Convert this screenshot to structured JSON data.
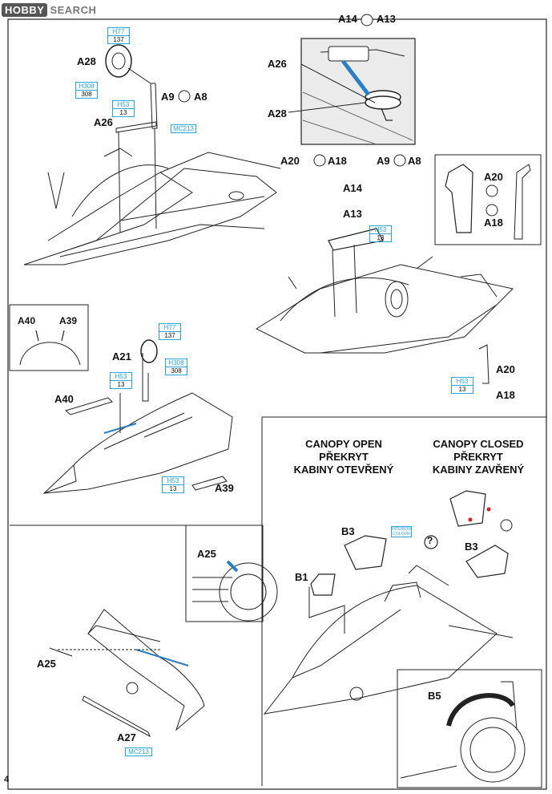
{
  "watermark": {
    "brand": "HOBBY",
    "search": "SEARCH"
  },
  "page_number": "4",
  "parts": {
    "a14_a13_top": [
      "A14",
      "A13"
    ],
    "a26_inset": "A26",
    "a28_inset": "A28",
    "a20_a18_inset": [
      "A20",
      "A18"
    ],
    "a9_a8_inset": [
      "A9",
      "A8"
    ],
    "a28_main": "A28",
    "a9_a8_main": [
      "A9",
      "A8"
    ],
    "a26_main": "A26",
    "side_inset": [
      "A20",
      "A18"
    ],
    "a14": "A14",
    "a13": "A13",
    "a40": "A40",
    "a39": "A39",
    "a21": "A21",
    "a40_main": "A40",
    "a39_main": "A39",
    "a20_right": "A20",
    "a18_right": "A18",
    "a25_inset": "A25",
    "a25_main": "A25",
    "a27": "A27",
    "b3_open": "B3",
    "b1": "B1",
    "b3_closed": "B3",
    "b5": "B5"
  },
  "paints": {
    "h77_a": {
      "code": "H77",
      "num": "137"
    },
    "h308_a": {
      "code": "H308",
      "num": "308"
    },
    "h53_a": {
      "code": "H53",
      "num": "13"
    },
    "mc213_a": "MC213",
    "h53_top_right": {
      "code": "H53",
      "num": "13"
    },
    "h77_b": {
      "code": "H77",
      "num": "137"
    },
    "h308_b": {
      "code": "H308",
      "num": "308"
    },
    "h53_b": {
      "code": "H53",
      "num": "13"
    },
    "h53_c": {
      "code": "H53",
      "num": "13"
    },
    "h53_right": {
      "code": "H53",
      "num": "13"
    },
    "mc213_b": "MC213",
    "interior": [
      "INTERIOR",
      "COLOUR"
    ]
  },
  "canopy": {
    "open": [
      "CANOPY OPEN",
      "PŘEKRYT",
      "KABINY OTEVŘENÝ"
    ],
    "closed": [
      "CANOPY CLOSED",
      "PŘEKRYT",
      "KABINY ZAVŘENÝ"
    ]
  },
  "question_mark": "?"
}
